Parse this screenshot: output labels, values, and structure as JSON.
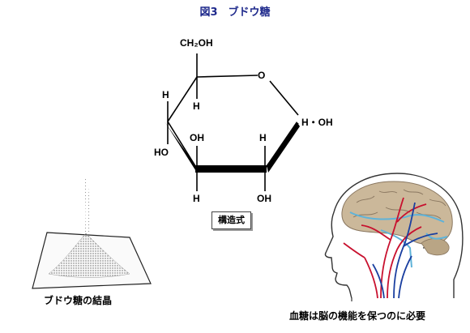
{
  "title": "図3　ブドウ糖",
  "structure": {
    "ch2oh": "CH₂OH",
    "ring_o": "O",
    "h_left_top": "H",
    "h_upper_inner": "H",
    "h_oh_right": "H・OH",
    "oh_mid": "OH",
    "h_mid_right": "H",
    "ho_left": "HO",
    "h_bottom_left": "H",
    "oh_bottom_right": "OH"
  },
  "structure_label": "構造式",
  "crystal_caption": "ブドウ糖の結晶",
  "brain_caption": "血糖は脳の機能を保つのに必要",
  "colors": {
    "title": "#1f2a8c",
    "artery": "#c8102e",
    "vein": "#1a3fa0",
    "csf": "#5fb3d9",
    "brain": "#cbb89a"
  },
  "icons": [
    "glucose-crystal-illustration",
    "head-brain-illustration"
  ]
}
